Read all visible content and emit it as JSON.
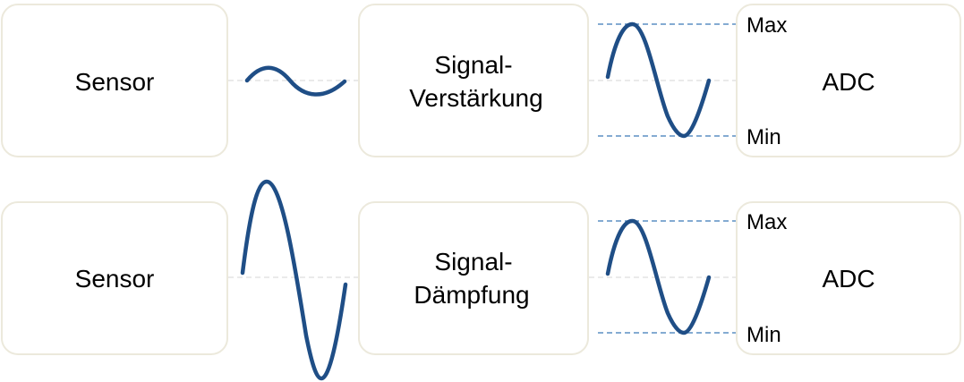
{
  "colors": {
    "wave": "#1f4e86",
    "level_lines": "#5b8fc4",
    "box_border": "#ece9dc"
  },
  "rows": [
    {
      "sensor_label": "Sensor",
      "stage_label_line1": "Signal-",
      "stage_label_line2": "Verstärkung",
      "adc_label": "ADC",
      "max_label": "Max",
      "min_label": "Min",
      "input_signal": "small-amplitude",
      "output_signal": "fits-adc-range"
    },
    {
      "sensor_label": "Sensor",
      "stage_label_line1": "Signal-",
      "stage_label_line2": "Dämpfung",
      "adc_label": "ADC",
      "max_label": "Max",
      "min_label": "Min",
      "input_signal": "large-amplitude",
      "output_signal": "fits-adc-range"
    }
  ]
}
